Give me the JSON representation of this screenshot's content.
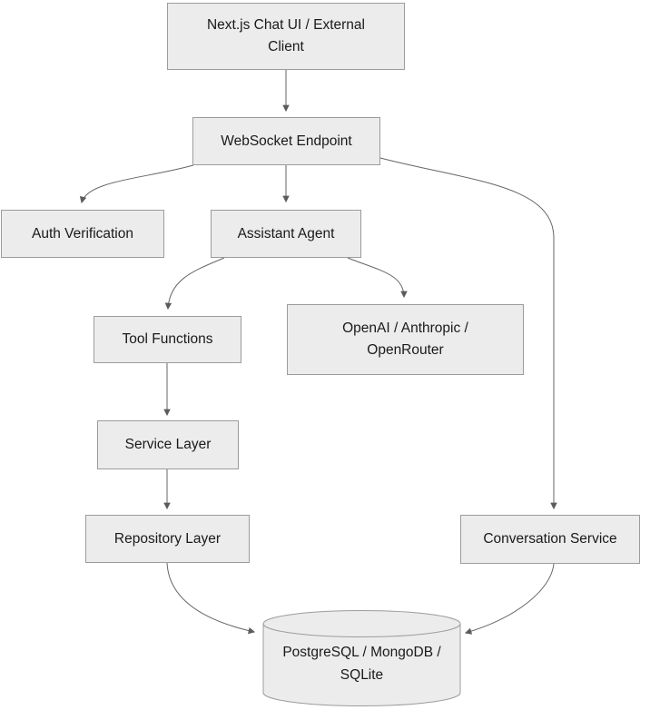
{
  "diagram": {
    "title": "Chat backend architecture flowchart",
    "colors": {
      "background": "#ffffff",
      "node_fill": "#ececec",
      "node_border": "#9c9c9c",
      "edge_stroke": "#666666",
      "arrowhead_fill": "#5b5b5b",
      "text": "#1a1a1a"
    },
    "nodes": {
      "client": {
        "shape": "rect",
        "lines": [
          "Next.js Chat UI / External",
          "Client"
        ]
      },
      "websocket": {
        "shape": "rect",
        "lines": [
          "WebSocket Endpoint"
        ]
      },
      "auth": {
        "shape": "rect",
        "lines": [
          "Auth Verification"
        ]
      },
      "assistant": {
        "shape": "rect",
        "lines": [
          "Assistant Agent"
        ]
      },
      "tool": {
        "shape": "rect",
        "lines": [
          "Tool Functions"
        ]
      },
      "llm": {
        "shape": "rect",
        "lines": [
          "OpenAI / Anthropic /",
          "OpenRouter"
        ]
      },
      "service": {
        "shape": "rect",
        "lines": [
          "Service Layer"
        ]
      },
      "repository": {
        "shape": "rect",
        "lines": [
          "Repository Layer"
        ]
      },
      "conversation": {
        "shape": "rect",
        "lines": [
          "Conversation Service"
        ]
      },
      "database": {
        "shape": "cylinder",
        "lines": [
          "PostgreSQL / MongoDB /",
          "SQLite"
        ]
      }
    },
    "edges": [
      {
        "from": "client",
        "to": "websocket"
      },
      {
        "from": "websocket",
        "to": "auth"
      },
      {
        "from": "websocket",
        "to": "assistant"
      },
      {
        "from": "websocket",
        "to": "conversation"
      },
      {
        "from": "assistant",
        "to": "tool"
      },
      {
        "from": "assistant",
        "to": "llm"
      },
      {
        "from": "tool",
        "to": "service"
      },
      {
        "from": "service",
        "to": "repository"
      },
      {
        "from": "repository",
        "to": "database"
      },
      {
        "from": "conversation",
        "to": "database"
      }
    ]
  }
}
